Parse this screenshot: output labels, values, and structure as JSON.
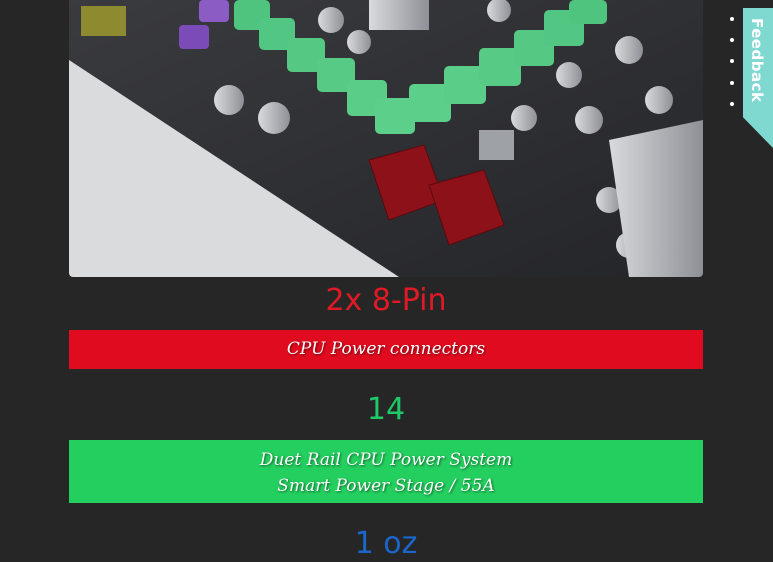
{
  "hero": {
    "image_icon": "motherboard-vrm-photo"
  },
  "specs": [
    {
      "number": "2x 8-Pin",
      "lines": [
        "CPU Power connectors"
      ],
      "color": "#e00b1e",
      "number_color": "#e01a25"
    },
    {
      "number": "14",
      "lines": [
        "Duet Rail CPU Power System",
        "Smart Power Stage / 55A"
      ],
      "color": "#23cf5e",
      "number_color": "#1ec968"
    },
    {
      "number": "1 oz",
      "color": "#1a66c9"
    }
  ],
  "nav_dots": {
    "count": 5,
    "color": "#ffffff"
  },
  "feedback": {
    "label": "Feedback",
    "color": "#7fd9d1"
  },
  "colors": {
    "background": "#262626"
  }
}
